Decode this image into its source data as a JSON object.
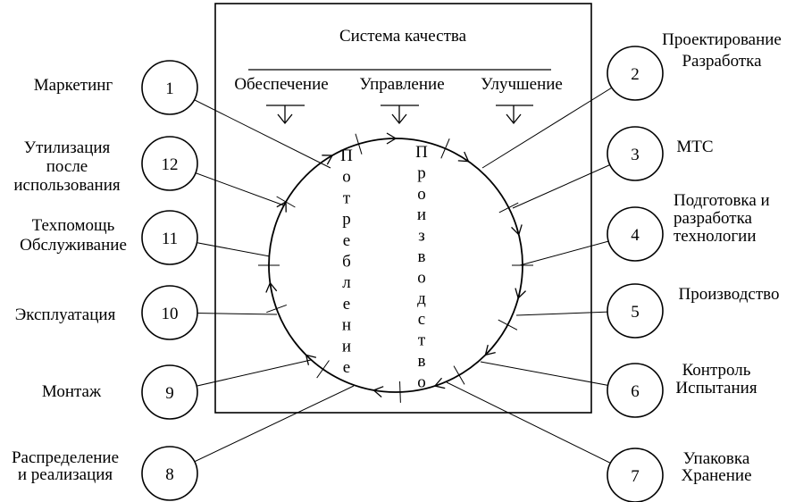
{
  "diagram": {
    "box": {
      "title": "Система качества",
      "columns": [
        "Обеспечение",
        "Управление",
        "Улучшение"
      ]
    },
    "vertical_words": {
      "consumption": "Потребление",
      "production": "Производство"
    },
    "stages": [
      {
        "num": "1",
        "lines": [
          "Маркетинг"
        ]
      },
      {
        "num": "2",
        "lines": [
          "Проектирование",
          "Разработка"
        ]
      },
      {
        "num": "3",
        "lines": [
          "МТС"
        ]
      },
      {
        "num": "4",
        "lines": [
          "Подготовка и",
          "разработка",
          "технологии"
        ]
      },
      {
        "num": "5",
        "lines": [
          "Производство"
        ]
      },
      {
        "num": "6",
        "lines": [
          "Контроль",
          "Испытания"
        ]
      },
      {
        "num": "7",
        "lines": [
          "Упаковка",
          "Хранение"
        ]
      },
      {
        "num": "8",
        "lines": [
          "Распределение",
          "и реализация"
        ]
      },
      {
        "num": "9",
        "lines": [
          "Монтаж"
        ]
      },
      {
        "num": "10",
        "lines": [
          "Эксплуатация"
        ]
      },
      {
        "num": "11",
        "lines": [
          "Техпомощь",
          "Обслуживание"
        ]
      },
      {
        "num": "12",
        "lines": [
          "Утилизация",
          "после",
          "использования"
        ]
      }
    ]
  }
}
